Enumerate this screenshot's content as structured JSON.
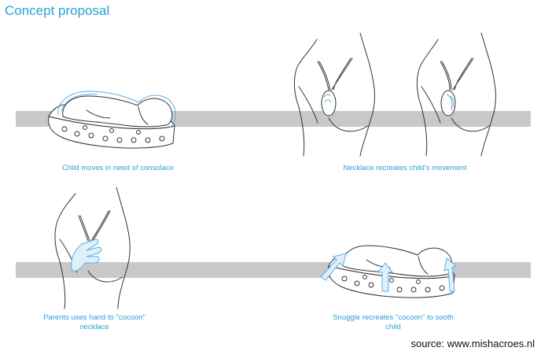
{
  "header": {
    "title": "Concept proposal"
  },
  "captions": {
    "child_moves": "Child moves in need of consolace",
    "necklace_recreates": "Necklace recreates child's movement",
    "parent_hand_line1": "Parents uses hand to \"cocoon\"",
    "parent_hand_line2": "necklace",
    "snuggle_line1": "Snuggle recreates  \"cocoon\" to sooth",
    "snuggle_line2": "child"
  },
  "footer": {
    "source": "source: www.mishacroes.nl"
  },
  "colors": {
    "accent": "#2a9fd6",
    "band": "#c8c8c8",
    "highlight": "#5aaee0"
  }
}
